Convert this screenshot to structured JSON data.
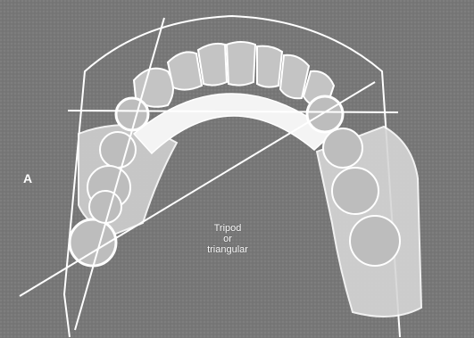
{
  "panel_label": "A",
  "caption": [
    "Tripod",
    "or",
    "triangular"
  ],
  "colors": {
    "background": "#7a7a7a",
    "outline": "#ffffff",
    "saddle": "#d3d3d3",
    "connector": "#f4f4f4",
    "tooth": "#bdbdbd"
  }
}
